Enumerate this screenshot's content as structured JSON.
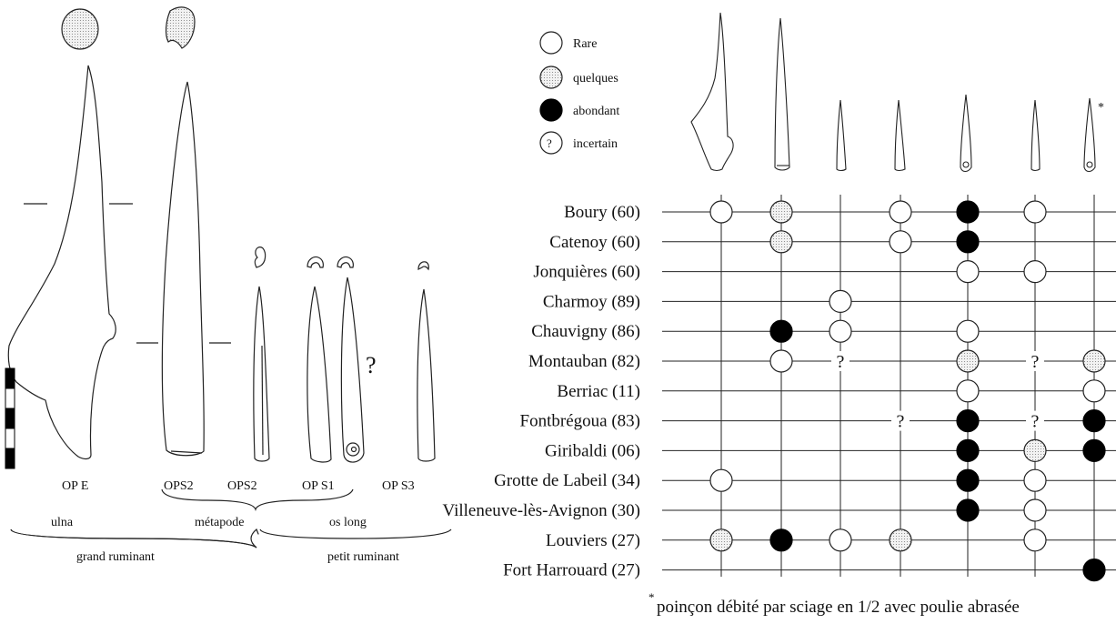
{
  "legend": [
    {
      "key": "rare",
      "label": "Rare",
      "fill": "#ffffff"
    },
    {
      "key": "quelques",
      "label": "quelques",
      "fill": "#e4e4e4"
    },
    {
      "key": "abondant",
      "label": "abondant",
      "fill": "#000000"
    },
    {
      "key": "incertain",
      "label": "incertain",
      "fill": "#ffffff",
      "symbol": "?"
    }
  ],
  "tools": {
    "labels": [
      "OP E",
      "OPS2",
      "OPS2",
      "OP S1",
      "OP S3"
    ],
    "question_mark": "?",
    "bones": {
      "ulna": "ulna",
      "metapode": "métapode",
      "os_long": "os long"
    },
    "groups": {
      "grand": "grand ruminant",
      "petit": "petit ruminant"
    }
  },
  "matrix": {
    "asterisk": "*",
    "sites": [
      "Boury (60)",
      "Catenoy (60)",
      "Jonquières (60)",
      "Charmoy (89)",
      "Chauvigny (86)",
      "Montauban (82)",
      "Berriac (11)",
      "Fontbrégoua (83)",
      "Giribaldi (06)",
      "Grotte de Labeil (34)",
      "Villeneuve-lès-Avignon (30)",
      "Louviers (27)",
      "Fort Harrouard (27)"
    ],
    "marks": [
      [
        "R",
        "Q",
        "",
        "R",
        "A",
        "R",
        ""
      ],
      [
        "",
        "Q",
        "",
        "R",
        "A",
        "",
        ""
      ],
      [
        "",
        "",
        "",
        "",
        "R",
        "R",
        ""
      ],
      [
        "",
        "",
        "R",
        "",
        "",
        "",
        ""
      ],
      [
        "",
        "A",
        "R",
        "",
        "R",
        "",
        ""
      ],
      [
        "",
        "R",
        "?",
        "",
        "Q",
        "?",
        "Q"
      ],
      [
        "",
        "",
        "",
        "",
        "R",
        "",
        "R"
      ],
      [
        "",
        "",
        "",
        "?",
        "A",
        "?",
        "A"
      ],
      [
        "",
        "",
        "",
        "",
        "A",
        "Q",
        "A"
      ],
      [
        "R",
        "",
        "",
        "",
        "A",
        "R",
        ""
      ],
      [
        "",
        "",
        "",
        "",
        "A",
        "R",
        ""
      ],
      [
        "Q",
        "A",
        "R",
        "Q",
        "",
        "R",
        ""
      ],
      [
        "",
        "",
        "",
        "",
        "",
        "",
        "A"
      ]
    ]
  },
  "footnote": {
    "star": "*",
    "text": "poinçon débité par sciage en 1/2 avec poulie abrasée"
  }
}
